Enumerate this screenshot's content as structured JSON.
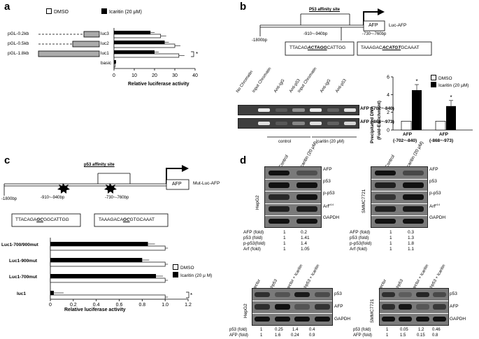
{
  "panels": [
    "a",
    "b",
    "c",
    "d"
  ],
  "a": {
    "legend": [
      "DMSO",
      "Icaritin (20 μM)"
    ],
    "constructs": [
      "pGL-0.2kb",
      "pGL-0.5kb",
      "pGL-1.8kb"
    ],
    "luc_labels": [
      "luc3",
      "luc2",
      "luc1",
      "basic"
    ],
    "xaxis_label": "Relative luciferase activity",
    "ticks": [
      "0",
      "10",
      "20",
      "30",
      "40"
    ],
    "sig": "*"
  },
  "b": {
    "site_title": "P53 affinity site",
    "promoter_start": "-1800bp",
    "region1": "-910~-940bp",
    "region2": "-730~-760bp",
    "gene": "AFP",
    "reporter": "Luc-AFP",
    "seq1": {
      "pre": "TTACAG",
      "mid": "ACTAGG",
      "post": "CATTGG"
    },
    "seq2": {
      "pre": "TAAAGAC",
      "mid": "ACATGT",
      "post": "GCAAAT"
    },
    "lanes": [
      "No Chromatin",
      "Input Chromatin",
      "Anti-IgG",
      "Anti-p53",
      "Input Chromatin",
      "Anti-IgG",
      "Anti-p53"
    ],
    "gel_rows": [
      "AFP (-702~-840)",
      "AFP (-868~-973)"
    ],
    "groups": [
      "control",
      "Icaritin (20 μM)"
    ],
    "chart_legend": [
      "DMSO",
      "Icaritin (20 μM)"
    ],
    "ylabel": "Precipitated DNA",
    "ylabel2": "(Fold-Enrichment)",
    "yticks": [
      "0",
      "2",
      "4",
      "6"
    ],
    "cats": [
      [
        "AFP",
        "(-702~-840)"
      ],
      [
        "AFP",
        "(-868~-973)"
      ]
    ],
    "stars": [
      "*",
      "*"
    ]
  },
  "c": {
    "site_title": "p53 affinity site",
    "promoter_start": "-1800bp",
    "region1": "-910~-940bp",
    "region2": "-730~-760bp",
    "gene": "AFP",
    "reporter": "Mut-Luc-AFP",
    "seq1": {
      "pre": "TTACAGA",
      "mid": "GC",
      "post": "GGCATTGG"
    },
    "seq2": {
      "pre": "TAAAGACA",
      "mid": "GC",
      "post": "GTGCAAAT"
    },
    "legend": [
      "DMSO",
      "Icaritin (20 μ M)"
    ],
    "rows": [
      "Luc1-700/900mut",
      "Luc1-900mut",
      "Luc1-700mut",
      "luc1"
    ],
    "xaxis_label": "Relative luciferase activity",
    "ticks": [
      "0",
      "0.2",
      "0.4",
      "0.6",
      "0.8",
      "1.0",
      "1.2"
    ],
    "sig": "*"
  },
  "d": {
    "top_cols": [
      "Control",
      "Icaritin (20 μM)"
    ],
    "top_rows": [
      "AFP",
      "p53",
      "p-p53",
      "Arf",
      "GAPDH"
    ],
    "arf_sup": "p14",
    "cell_hepg2": "HepG2",
    "cell_smmc": "SMMC7721",
    "hepg2_quant": [
      {
        "label": "AFP (fold)",
        "v1": "1",
        "v2": "0.2"
      },
      {
        "label": "p53 (fold)",
        "v1": "1",
        "v2": "1.41"
      },
      {
        "label": "p-p53(fold)",
        "v1": "1",
        "v2": "1.4"
      },
      {
        "label": "Arf (fold)",
        "v1": "1",
        "v2": "1.05"
      }
    ],
    "smmc_quant": [
      {
        "label": "AFP (fold)",
        "v1": "1",
        "v2": "0.3"
      },
      {
        "label": "p53 (fold)",
        "v1": "1",
        "v2": "1.3"
      },
      {
        "label": "p-p53(fold)",
        "v1": "1",
        "v2": "1.8"
      },
      {
        "label": "Arf (fold)",
        "v1": "1",
        "v2": "1.1"
      }
    ],
    "bottom_cols_left": [
      "vector",
      "shp53",
      "vector + Icaritin",
      "shp53 + Icaritin"
    ],
    "bottom_cols_right": [
      "vector",
      "shp53",
      "vector + Icaritin",
      "shp53 + Icaritin"
    ],
    "bottom_rows": [
      "p53",
      "AFP",
      "GAPDH"
    ],
    "bl_quant": [
      {
        "label": "p53 (fold)",
        "vals": [
          "1",
          "0.25",
          "1.4",
          "0.4"
        ]
      },
      {
        "label": "AFP (fold)",
        "vals": [
          "1",
          "1.6",
          "0.24",
          "0.9"
        ]
      }
    ],
    "br_quant": [
      {
        "label": "p53 (fold)",
        "vals": [
          "1",
          "0.05",
          "1.2",
          "0.46"
        ]
      },
      {
        "label": "AFP (fold)",
        "vals": [
          "1",
          "1.5",
          "0.15",
          "0.8"
        ]
      }
    ]
  },
  "chart_data": [
    {
      "type": "bar",
      "orientation": "horizontal",
      "categories": [
        "luc3",
        "luc2",
        "luc1",
        "basic"
      ],
      "series": [
        {
          "name": "DMSO",
          "values": [
            23,
            30,
            32,
            0.5
          ]
        },
        {
          "name": "Icaritin (20 μM)",
          "values": [
            18,
            25,
            20,
            1
          ]
        }
      ],
      "xlabel": "Relative luciferase activity",
      "xlim": [
        0,
        40
      ]
    },
    {
      "type": "bar",
      "categories": [
        "AFP (-702~-840)",
        "AFP (-868~-973)"
      ],
      "series": [
        {
          "name": "DMSO",
          "values": [
            1,
            1
          ]
        },
        {
          "name": "Icaritin (20 μM)",
          "values": [
            4.5,
            2.7
          ]
        }
      ],
      "ylabel": "Precipitated DNA (Fold-Enrichment)",
      "ylim": [
        0,
        6
      ]
    },
    {
      "type": "bar",
      "orientation": "horizontal",
      "categories": [
        "Luc1-700/900mut",
        "Luc1-900mut",
        "Luc1-700mut",
        "luc1"
      ],
      "series": [
        {
          "name": "DMSO",
          "values": [
            1.0,
            1.0,
            1.0,
            1.0
          ]
        },
        {
          "name": "Icaritin (20 μ M)",
          "values": [
            0.85,
            0.8,
            0.92,
            0.03
          ]
        }
      ],
      "xlabel": "Relative luciferase activity",
      "xlim": [
        0,
        1.2
      ]
    }
  ]
}
